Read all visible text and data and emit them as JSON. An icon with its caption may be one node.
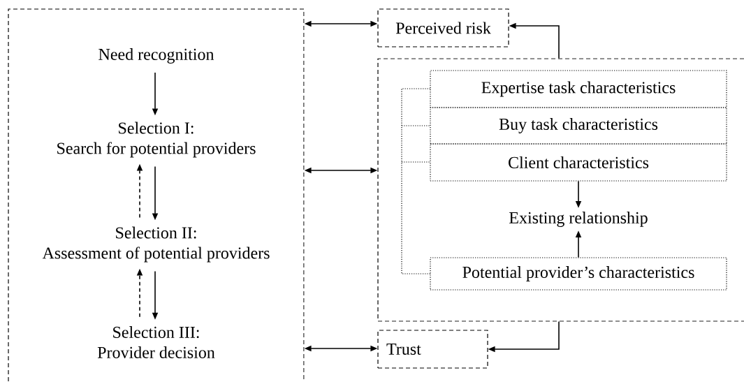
{
  "diagram": {
    "nodes": [
      {
        "text": [],
        "shape": "box"
      },
      {
        "text": [
          "Need recognition"
        ],
        "in": 0
      },
      {
        "text": [
          "Selection I:",
          "Search for potential providers"
        ],
        "in": 0
      },
      {
        "text": [
          "Selection II:",
          "Assessment of potential providers"
        ],
        "in": 0
      },
      {
        "text": [
          "Selection III:",
          "Provider decision"
        ],
        "in": 0
      },
      {
        "text": [
          "Perceived risk"
        ]
      },
      {
        "text": [],
        "shape": "box"
      },
      {
        "text": [
          "Expertise task characteristics"
        ],
        "in": 6
      },
      {
        "text": [
          "Buy task characteristics"
        ],
        "in": 6
      },
      {
        "text": [
          "Client characteristics"
        ],
        "in": 6
      },
      {
        "text": [
          "Existing relationship"
        ],
        "in": 6
      },
      {
        "text": [
          "Potential provider’s characteristics"
        ],
        "in": 6
      },
      {
        "text": [
          "Trust"
        ]
      }
    ],
    "edges": [
      {
        "from": 1,
        "to": 2,
        "arrow": "to"
      },
      {
        "from": 2,
        "to": 3,
        "arrow": "to"
      },
      {
        "from": 3,
        "to": 2,
        "arrow": "to",
        "style": "dashed"
      },
      {
        "from": 3,
        "to": 4,
        "arrow": "to"
      },
      {
        "from": 4,
        "to": 3,
        "arrow": "to",
        "style": "dashed"
      },
      {
        "from": 0,
        "to": 5,
        "arrow": "both"
      },
      {
        "from": 0,
        "to": 6,
        "arrow": "both"
      },
      {
        "from": 0,
        "to": 12,
        "arrow": "both"
      },
      {
        "from": 6,
        "to": 5,
        "arrow": "to"
      },
      {
        "from": 6,
        "to": 12,
        "arrow": "to"
      },
      {
        "from": 9,
        "to": 10,
        "arrow": "to"
      },
      {
        "from": 11,
        "to": 10,
        "arrow": "to"
      }
    ]
  }
}
